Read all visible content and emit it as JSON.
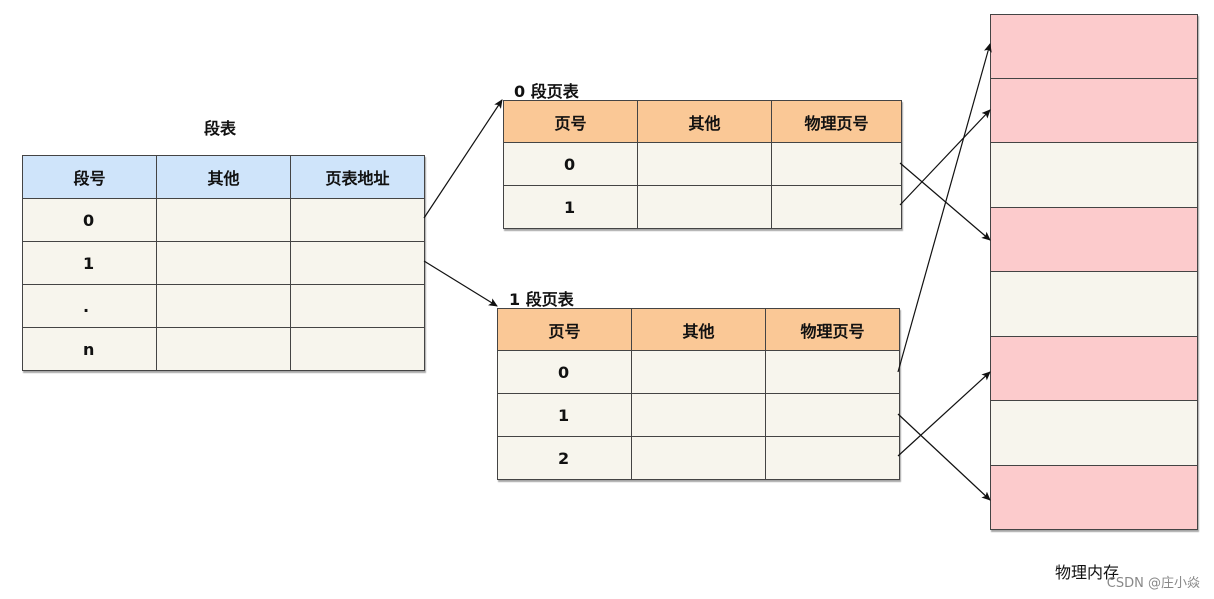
{
  "segment_table": {
    "title": "段表",
    "headers": [
      "段号",
      "其他",
      "页表地址"
    ],
    "rows": [
      [
        "0",
        "",
        ""
      ],
      [
        "1",
        "",
        ""
      ],
      [
        ".",
        "",
        ""
      ],
      [
        "n",
        "",
        ""
      ]
    ]
  },
  "page_table_0": {
    "title": "0 段页表",
    "headers": [
      "页号",
      "其他",
      "物理页号"
    ],
    "rows": [
      [
        "0",
        "",
        ""
      ],
      [
        "1",
        "",
        ""
      ]
    ]
  },
  "page_table_1": {
    "title": "1 段页表",
    "headers": [
      "页号",
      "其他",
      "物理页号"
    ],
    "rows": [
      [
        "0",
        "",
        ""
      ],
      [
        "1",
        "",
        ""
      ],
      [
        "2",
        "",
        ""
      ]
    ]
  },
  "physical_memory": {
    "label": "物理内存",
    "frames": [
      "used",
      "used",
      "free",
      "used",
      "free",
      "used",
      "free",
      "used"
    ]
  },
  "watermark": "CSDN @庄小焱",
  "colors": {
    "segment_header": "#cfe4fa",
    "page_header": "#fac896",
    "cell_fill": "#f7f5ed",
    "frame_used": "#fccbcc",
    "frame_free": "#f7f5ed"
  }
}
